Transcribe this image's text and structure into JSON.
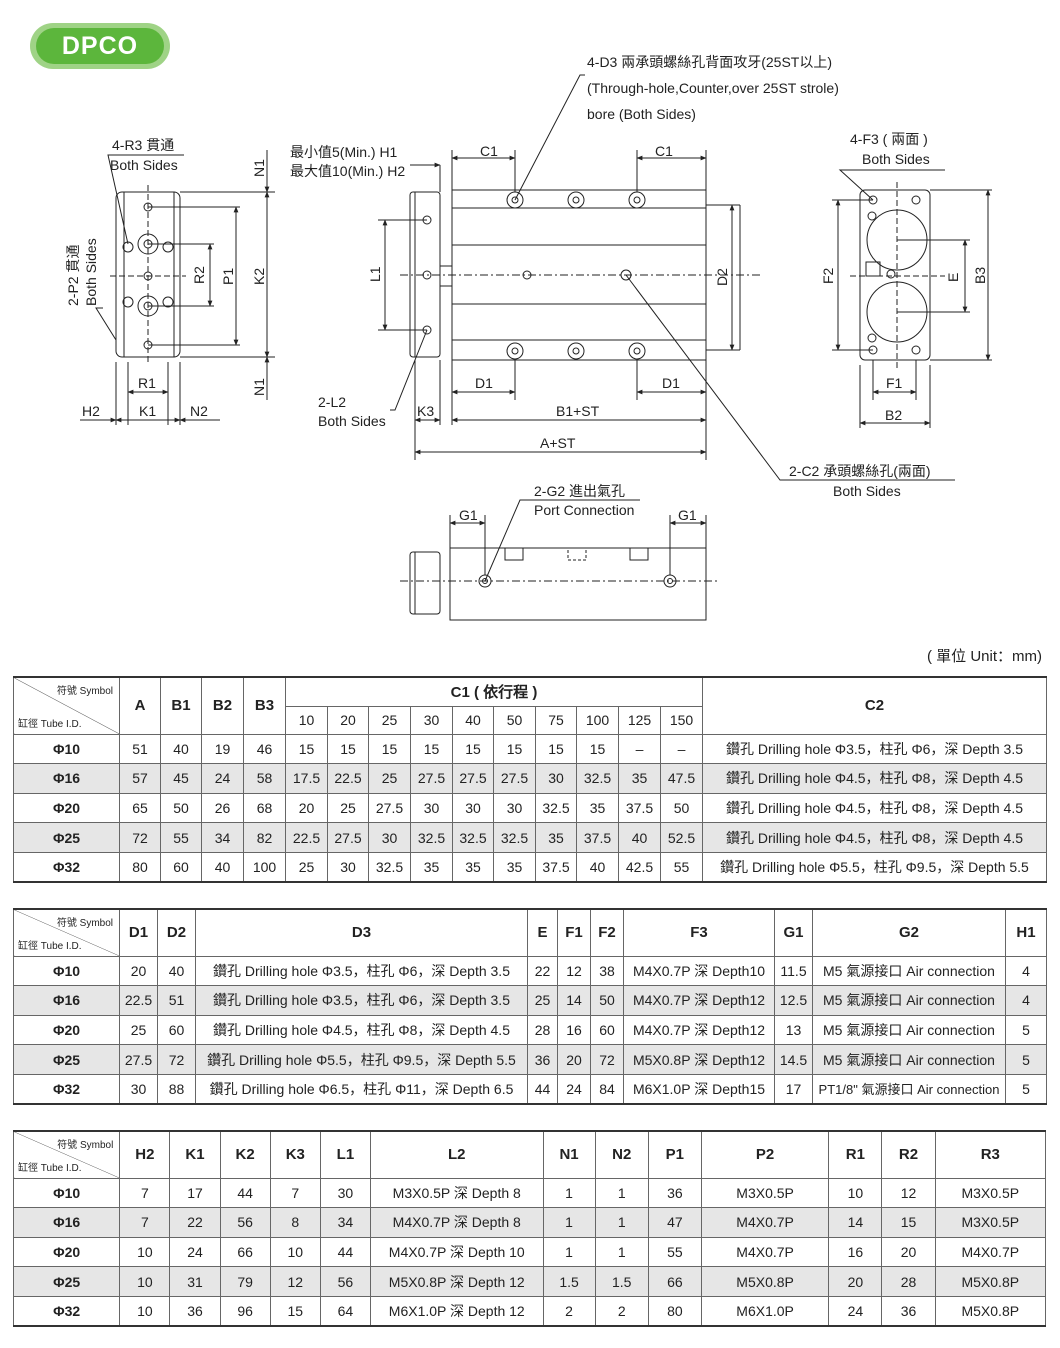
{
  "badge": "DPCO",
  "unit_label": "( 單位 Unit：mm)",
  "labels": {
    "d3_line1": "4-D3 兩承頭螺絲孔背面攻牙(25ST以上)",
    "d3_line2": "(Through-hole,Counter,over 25ST strole)",
    "d3_line3": "bore (Both Sides)",
    "r3_line1": "4-R3 貫通",
    "r3_line2": "Both Sides",
    "h1_line1": "最小值5(Min.) H1",
    "h1_line2": "最大值10(Min.) H2",
    "f3_line1": "4-F3 ( 兩面 )",
    "f3_line2": "Both Sides",
    "p2_line1": "2-P2 貫通",
    "p2_line2": "Both Sides",
    "l2_line1": "2-L2",
    "l2_line2": "Both Sides",
    "c2_line1": "2-C2 承頭螺絲孔(兩面)",
    "c2_line2": "Both Sides",
    "g2_line1": "2-G2 進出氣孔",
    "g2_line2": "Port Connection",
    "dim_c1a": "C1",
    "dim_c1b": "C1",
    "dim_d1a": "D1",
    "dim_d1b": "D1",
    "dim_b1st": "B1+ST",
    "dim_ast": "A+ST",
    "dim_k3": "K3",
    "dim_l1": "L1",
    "dim_d2": "D2",
    "dim_n1a": "N1",
    "dim_n1b": "N1",
    "dim_k2": "K2",
    "dim_p1": "P1",
    "dim_r2": "R2",
    "dim_r1": "R1",
    "dim_h2": "H2",
    "dim_k1": "K1",
    "dim_n2": "N2",
    "dim_f2": "F2",
    "dim_e": "E",
    "dim_b3": "B3",
    "dim_f1": "F1",
    "dim_b2": "B2",
    "dim_g1a": "G1",
    "dim_g1b": "G1"
  },
  "corner": {
    "symbol": "符號 Symbol",
    "bore": "缸徑 Tube I.D."
  },
  "table1": {
    "headers": [
      "A",
      "B1",
      "B2",
      "B3"
    ],
    "c1_title": "C1 ( 依行程 )",
    "c1_strokes": [
      "10",
      "20",
      "25",
      "30",
      "40",
      "50",
      "75",
      "100",
      "125",
      "150"
    ],
    "c2_title": "C2",
    "rows": [
      {
        "bore": "Φ10",
        "a": "51",
        "b1": "40",
        "b2": "19",
        "b3": "46",
        "c1": [
          "15",
          "15",
          "15",
          "15",
          "15",
          "15",
          "15",
          "15",
          "–",
          "–"
        ],
        "c2": "鑽孔 Drilling hole Φ3.5，柱孔 Φ6，深 Depth 3.5"
      },
      {
        "bore": "Φ16",
        "a": "57",
        "b1": "45",
        "b2": "24",
        "b3": "58",
        "c1": [
          "17.5",
          "22.5",
          "25",
          "27.5",
          "27.5",
          "27.5",
          "30",
          "32.5",
          "35",
          "47.5"
        ],
        "c2": "鑽孔 Drilling hole Φ4.5，柱孔 Φ8，深 Depth 4.5"
      },
      {
        "bore": "Φ20",
        "a": "65",
        "b1": "50",
        "b2": "26",
        "b3": "68",
        "c1": [
          "20",
          "25",
          "27.5",
          "30",
          "30",
          "30",
          "32.5",
          "35",
          "37.5",
          "50"
        ],
        "c2": "鑽孔 Drilling hole Φ4.5，柱孔 Φ8，深 Depth 4.5"
      },
      {
        "bore": "Φ25",
        "a": "72",
        "b1": "55",
        "b2": "34",
        "b3": "82",
        "c1": [
          "22.5",
          "27.5",
          "30",
          "32.5",
          "32.5",
          "32.5",
          "35",
          "37.5",
          "40",
          "52.5"
        ],
        "c2": "鑽孔 Drilling hole Φ4.5，柱孔 Φ8，深 Depth 4.5"
      },
      {
        "bore": "Φ32",
        "a": "80",
        "b1": "60",
        "b2": "40",
        "b3": "100",
        "c1": [
          "25",
          "30",
          "32.5",
          "35",
          "35",
          "35",
          "37.5",
          "40",
          "42.5",
          "55"
        ],
        "c2": "鑽孔 Drilling hole Φ5.5，柱孔 Φ9.5，深 Depth 5.5"
      }
    ]
  },
  "table2": {
    "headers": [
      "D1",
      "D2",
      "D3",
      "E",
      "F1",
      "F2",
      "F3",
      "G1",
      "G2",
      "H1"
    ],
    "rows": [
      {
        "bore": "Φ10",
        "d1": "20",
        "d2": "40",
        "d3": "鑽孔 Drilling hole Φ3.5，柱孔 Φ6，深 Depth 3.5",
        "e": "22",
        "f1": "12",
        "f2": "38",
        "f3": "M4X0.7P 深 Depth10",
        "g1": "11.5",
        "g2": "M5 氣源接口 Air connection",
        "h1": "4"
      },
      {
        "bore": "Φ16",
        "d1": "22.5",
        "d2": "51",
        "d3": "鑽孔 Drilling hole Φ3.5，柱孔 Φ6，深 Depth 3.5",
        "e": "25",
        "f1": "14",
        "f2": "50",
        "f3": "M4X0.7P 深 Depth12",
        "g1": "12.5",
        "g2": "M5 氣源接口 Air connection",
        "h1": "4"
      },
      {
        "bore": "Φ20",
        "d1": "25",
        "d2": "60",
        "d3": "鑽孔 Drilling hole Φ4.5，柱孔 Φ8，深 Depth 4.5",
        "e": "28",
        "f1": "16",
        "f2": "60",
        "f3": "M4X0.7P 深 Depth12",
        "g1": "13",
        "g2": "M5 氣源接口 Air connection",
        "h1": "5"
      },
      {
        "bore": "Φ25",
        "d1": "27.5",
        "d2": "72",
        "d3": "鑽孔 Drilling hole Φ5.5，柱孔 Φ9.5，深 Depth 5.5",
        "e": "36",
        "f1": "20",
        "f2": "72",
        "f3": "M5X0.8P 深 Depth12",
        "g1": "14.5",
        "g2": "M5 氣源接口 Air connection",
        "h1": "5"
      },
      {
        "bore": "Φ32",
        "d1": "30",
        "d2": "88",
        "d3": "鑽孔 Drilling hole Φ6.5，柱孔 Φ11，深 Depth 6.5",
        "e": "44",
        "f1": "24",
        "f2": "84",
        "f3": "M6X1.0P 深 Depth15",
        "g1": "17",
        "g2": "PT1/8\" 氣源接口 Air connection",
        "h1": "5"
      }
    ]
  },
  "table3": {
    "headers": [
      "H2",
      "K1",
      "K2",
      "K3",
      "L1",
      "L2",
      "N1",
      "N2",
      "P1",
      "P2",
      "R1",
      "R2",
      "R3"
    ],
    "rows": [
      {
        "bore": "Φ10",
        "h2": "7",
        "k1": "17",
        "k2": "44",
        "k3": "7",
        "l1": "30",
        "l2": "M3X0.5P 深 Depth 8",
        "n1": "1",
        "n2": "1",
        "p1": "36",
        "p2": "M3X0.5P",
        "r1": "10",
        "r2": "12",
        "r3": "M3X0.5P"
      },
      {
        "bore": "Φ16",
        "h2": "7",
        "k1": "22",
        "k2": "56",
        "k3": "8",
        "l1": "34",
        "l2": "M4X0.7P 深 Depth 8",
        "n1": "1",
        "n2": "1",
        "p1": "47",
        "p2": "M4X0.7P",
        "r1": "14",
        "r2": "15",
        "r3": "M3X0.5P"
      },
      {
        "bore": "Φ20",
        "h2": "10",
        "k1": "24",
        "k2": "66",
        "k3": "10",
        "l1": "44",
        "l2": "M4X0.7P 深 Depth 10",
        "n1": "1",
        "n2": "1",
        "p1": "55",
        "p2": "M4X0.7P",
        "r1": "16",
        "r2": "20",
        "r3": "M4X0.7P"
      },
      {
        "bore": "Φ25",
        "h2": "10",
        "k1": "31",
        "k2": "79",
        "k3": "12",
        "l1": "56",
        "l2": "M5X0.8P 深 Depth 12",
        "n1": "1.5",
        "n2": "1.5",
        "p1": "66",
        "p2": "M5X0.8P",
        "r1": "20",
        "r2": "28",
        "r3": "M5X0.8P"
      },
      {
        "bore": "Φ32",
        "h2": "10",
        "k1": "36",
        "k2": "96",
        "k3": "15",
        "l1": "64",
        "l2": "M6X1.0P 深 Depth 12",
        "n1": "2",
        "n2": "2",
        "p1": "80",
        "p2": "M6X1.0P",
        "r1": "24",
        "r2": "36",
        "r3": "M5X0.8P"
      }
    ]
  }
}
